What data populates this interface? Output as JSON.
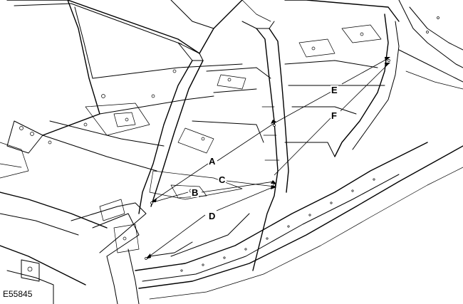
{
  "figure": {
    "reference": "E55845",
    "callouts": [
      {
        "id": "A",
        "label": "A"
      },
      {
        "id": "B",
        "label": "B"
      },
      {
        "id": "C",
        "label": "C"
      },
      {
        "id": "D",
        "label": "D"
      },
      {
        "id": "E",
        "label": "E"
      },
      {
        "id": "F",
        "label": "F"
      }
    ]
  },
  "colors": {
    "line": "#000000",
    "background": "#ffffff"
  }
}
